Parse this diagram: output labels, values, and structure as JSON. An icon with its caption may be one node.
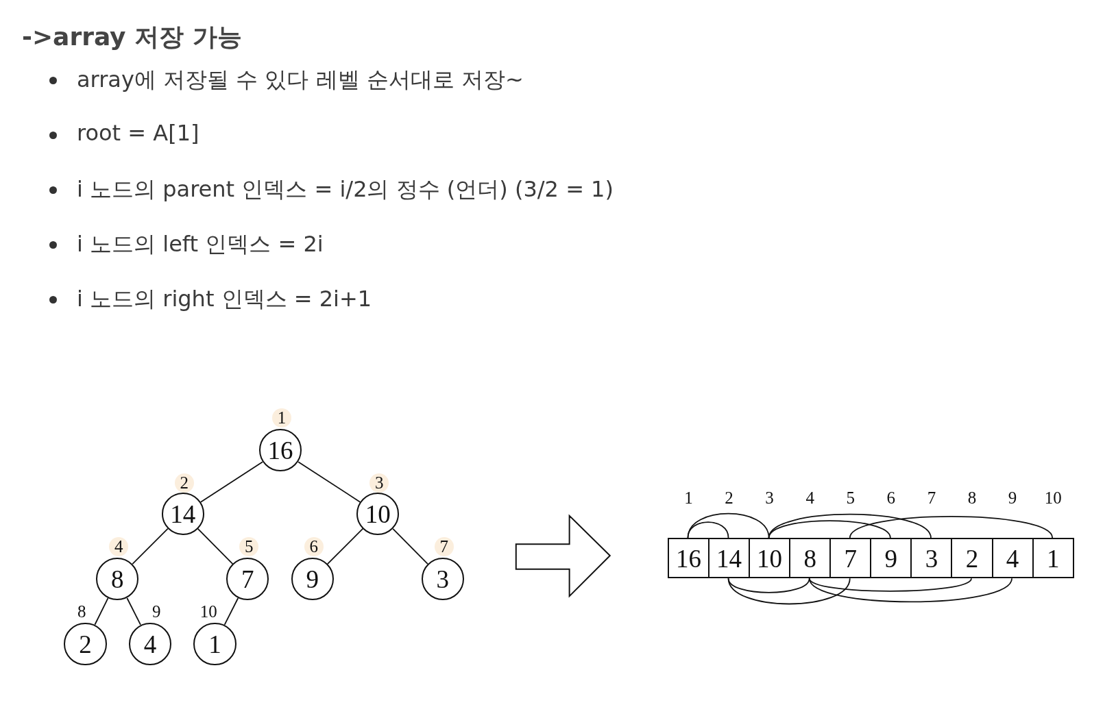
{
  "diagram": {
    "title": "->array 저장 가능",
    "nodes": [
      {
        "text": [
          "16"
        ],
        "beside": [
          "1"
        ]
      },
      {
        "text": [
          "14"
        ],
        "beside": [
          "2"
        ]
      },
      {
        "text": [
          "10"
        ],
        "beside": [
          "3"
        ]
      },
      {
        "text": [
          "8"
        ],
        "beside": [
          "4"
        ]
      },
      {
        "text": [
          "7"
        ],
        "beside": [
          "5"
        ]
      },
      {
        "text": [
          "9"
        ],
        "beside": [
          "6"
        ]
      },
      {
        "text": [
          "3"
        ],
        "beside": [
          "7"
        ]
      },
      {
        "text": [
          "2"
        ],
        "beside": [
          "8"
        ]
      },
      {
        "text": [
          "4"
        ],
        "beside": [
          "9"
        ]
      },
      {
        "text": [
          "1"
        ],
        "beside": [
          "10"
        ]
      },
      {
        "text": [
          "16"
        ],
        "beside": [
          "1"
        ]
      },
      {
        "text": [
          "14"
        ],
        "beside": [
          "2"
        ]
      },
      {
        "text": [
          "10"
        ],
        "beside": [
          "3"
        ]
      },
      {
        "text": [
          "8"
        ],
        "beside": [
          "4"
        ]
      },
      {
        "text": [
          "7"
        ],
        "beside": [
          "5"
        ]
      },
      {
        "text": [
          "9"
        ],
        "beside": [
          "6"
        ]
      },
      {
        "text": [
          "3"
        ],
        "beside": [
          "7"
        ]
      },
      {
        "text": [
          "2"
        ],
        "beside": [
          "8"
        ]
      },
      {
        "text": [
          "4"
        ],
        "beside": [
          "9"
        ]
      },
      {
        "text": [
          "1"
        ],
        "beside": [
          "10"
        ]
      }
    ],
    "edges": [
      {
        "from": 0,
        "to": 1,
        "arrow": "none"
      },
      {
        "from": 0,
        "to": 2,
        "arrow": "none"
      },
      {
        "from": 1,
        "to": 3,
        "arrow": "none"
      },
      {
        "from": 1,
        "to": 4,
        "arrow": "none"
      },
      {
        "from": 2,
        "to": 5,
        "arrow": "none"
      },
      {
        "from": 2,
        "to": 6,
        "arrow": "none"
      },
      {
        "from": 3,
        "to": 7,
        "arrow": "none"
      },
      {
        "from": 3,
        "to": 8,
        "arrow": "none"
      },
      {
        "from": 4,
        "to": 9,
        "arrow": "none"
      },
      {
        "from": 10,
        "to": 11,
        "arrow": "none"
      },
      {
        "from": 10,
        "to": 12,
        "arrow": "none"
      },
      {
        "from": 11,
        "to": 13,
        "arrow": "none"
      },
      {
        "from": 11,
        "to": 14,
        "arrow": "none"
      },
      {
        "from": 12,
        "to": 15,
        "arrow": "none"
      },
      {
        "from": 12,
        "to": 16,
        "arrow": "none"
      },
      {
        "from": 13,
        "to": 17,
        "arrow": "none"
      },
      {
        "from": 13,
        "to": 18,
        "arrow": "none"
      },
      {
        "from": 14,
        "to": 19,
        "arrow": "none"
      }
    ],
    "labels": [
      "array에 저장될 수 있다 레벨 순서대로 저장~",
      "root = A[1]",
      "i 노드의 parent 인덱스 = i/2의 정수 (언더) (3/2 = 1)",
      "i 노드의 left 인덱스 = 2i",
      "i 노드의 right 인덱스 = 2i+1"
    ]
  }
}
